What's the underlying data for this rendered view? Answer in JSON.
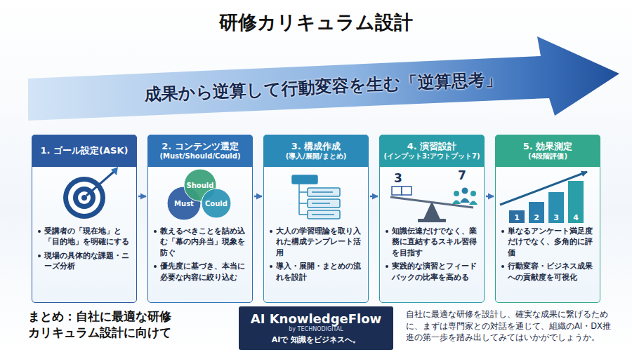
{
  "diagram": {
    "title": "研修カリキュラム設計",
    "nodes": [
      {
        "text": [
          "成果から逆算して行動変容を生む「逆算思考」"
        ]
      },
      {
        "text": [
          "1. ゴール設定(ASK)",
          "受講者の「現在地」と「目的地」を明確にする",
          "現場の具体的な課題・ニーズ分析"
        ]
      },
      {
        "text": [
          "2. コンテンツ選定",
          "(Must/Should/Could)",
          "教えるべきことを詰め込む「幕の内弁当」現象を防ぐ",
          "優先度に基づき、本当に必要な内容に絞り込む"
        ]
      },
      {
        "text": [
          "Must"
        ],
        "in": 2
      },
      {
        "text": [
          "Should"
        ],
        "in": 2
      },
      {
        "text": [
          "Could"
        ],
        "in": 2
      },
      {
        "text": [
          "3. 構成作成",
          "(導入/展開/まとめ)",
          "大人の学習理論を取り入れた構成テンプレート活用",
          "導入・展開・まとめの流れを設計"
        ]
      },
      {
        "text": [
          "4. 演習設計",
          "(インプット3:アウトプット7)",
          "知識伝達だけでなく、業務に直結するスキル習得を目指す",
          "実践的な演習とフィードバックの比率を高める"
        ]
      },
      {
        "text": [
          "5. 効果測定",
          "(4段階評価)",
          "単なるアンケート満足度だけでなく、多角的に評価",
          "行動変容・ビジネス成果への貢献度を可視化"
        ]
      },
      {
        "text": [
          "1"
        ],
        "in": 8
      },
      {
        "text": [
          "2"
        ],
        "in": 8
      },
      {
        "text": [
          "3"
        ],
        "in": 8
      },
      {
        "text": [
          "4"
        ],
        "in": 8
      },
      {
        "text": [
          "AI KnowledgeFlow",
          "by TECHNODIGITAL",
          "AIで 知識をビジネスへ。"
        ]
      }
    ],
    "edges": [
      {
        "from": 1,
        "to": 2,
        "arrow": "to"
      },
      {
        "from": 2,
        "to": 6,
        "arrow": "to"
      },
      {
        "from": 6,
        "to": 7,
        "arrow": "to"
      },
      {
        "from": 7,
        "to": 8,
        "arrow": "to"
      }
    ],
    "labels": [
      "3",
      "7",
      "まとめ：自社に最適な研修 カリキュラム設計に向けて",
      "自社に最適な研修を設計し、確実な成果に繋げるために、まずは専門家との対話を通じて、組織のAI・DX推進の第一歩を踏み出してみてはいかがでしょうか。"
    ]
  }
}
